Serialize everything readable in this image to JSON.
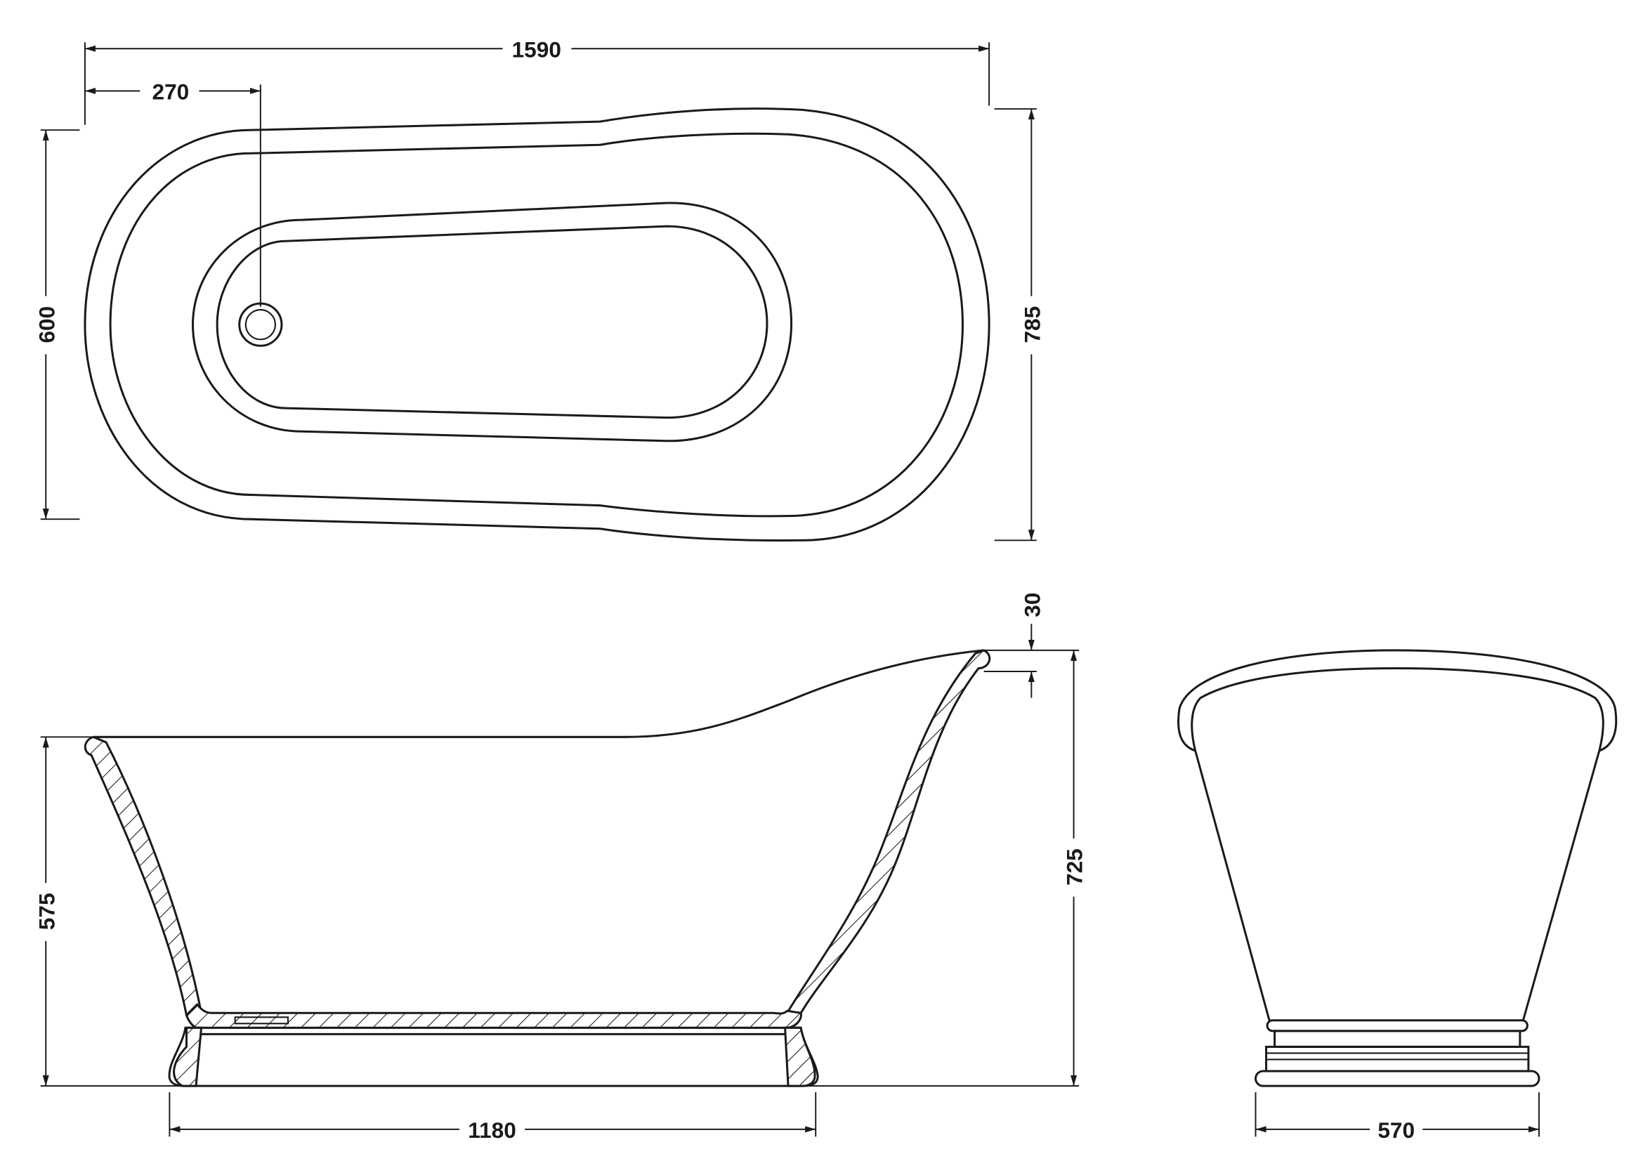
{
  "drawing": {
    "plan_view": {
      "overall_length": "1590",
      "waste_offset": "270",
      "inner_width": "600",
      "overall_width": "785"
    },
    "side_view": {
      "rim_thickness": "30",
      "overall_height": "725",
      "low_end_height": "575",
      "base_length": "1180"
    },
    "end_view": {
      "base_width": "570"
    }
  }
}
